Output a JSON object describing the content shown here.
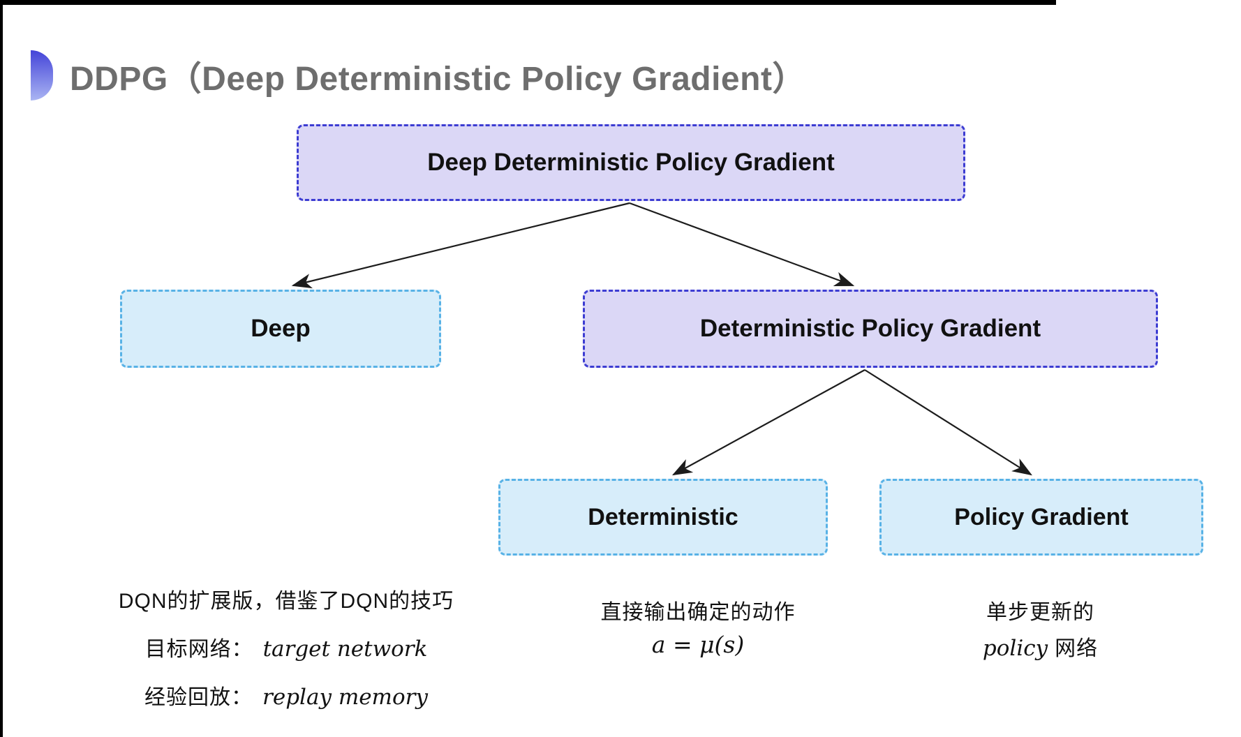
{
  "title": "DDPG（Deep Deterministic Policy Gradient）",
  "nodes": {
    "root": "Deep Deterministic Policy Gradient",
    "deep": "Deep",
    "dpg": "Deterministic Policy Gradient",
    "deterministic": "Deterministic",
    "policy_gradient": "Policy Gradient"
  },
  "notes": {
    "deep": {
      "line1": "DQN的扩展版，借鉴了DQN的技巧",
      "target_label": "目标网络：",
      "target_value": "target network",
      "replay_label": "经验回放：",
      "replay_value": "replay memory"
    },
    "deterministic": {
      "line1": "直接输出确定的动作",
      "formula": "a = μ(s)"
    },
    "policy_gradient": {
      "line1": "单步更新的",
      "italic_word": "policy",
      "rest": "网络"
    }
  },
  "colors": {
    "lavender_fill": "#dbd7f6",
    "lavender_border": "#3c3cd2",
    "cyan_fill": "#d7edfa",
    "cyan_border": "#58b2e6",
    "title_gray": "#6e6e6e",
    "arrow": "#1c1c1c",
    "accent_top": "#4444d8",
    "accent_bottom": "#aab5f3"
  }
}
